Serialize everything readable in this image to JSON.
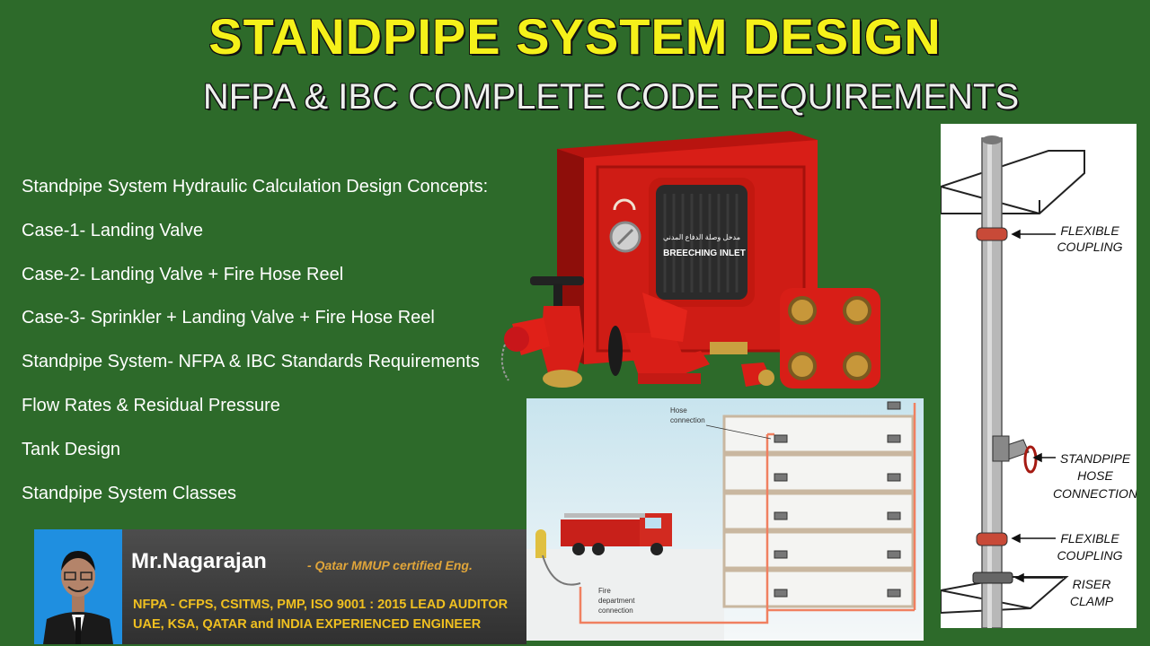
{
  "title": "STANDPIPE SYSTEM DESIGN",
  "subtitle": "NFPA & IBC COMPLETE CODE REQUIREMENTS",
  "topics": [
    "Standpipe System Hydraulic Calculation Design Concepts:",
    "Case-1- Landing Valve",
    "Case-2- Landing Valve + Fire Hose Reel",
    "Case-3- Sprinkler + Landing Valve + Fire Hose Reel",
    "Standpipe System- NFPA & IBC Standards Requirements",
    "Flow Rates & Residual Pressure",
    "Tank Design",
    "Standpipe System Classes"
  ],
  "cabinet": {
    "arabic_label": "مدخل وصلة الدفاع المدني",
    "label": "BREECHING INLET"
  },
  "riser_diagram": {
    "flexible_coupling_top": [
      "FLEXIBLE",
      "COUPLING"
    ],
    "standpipe_hose_connection": [
      "STANDPIPE",
      "HOSE",
      "CONNECTION"
    ],
    "flexible_coupling_bottom": [
      "FLEXIBLE",
      "COUPLING"
    ],
    "riser_clamp": [
      "RISER",
      "CLAMP"
    ]
  },
  "building_diagram": {
    "hose_connection": [
      "Hose",
      "connection"
    ],
    "fire_department_connection": [
      "Fire",
      "department",
      "connection"
    ]
  },
  "presenter": {
    "name": "Mr.Nagarajan",
    "certification": "- Qatar MMUP certified Eng.",
    "credentials": "NFPA - CFPS, CSITMS, PMP, ISO 9001 : 2015 LEAD AUDITOR",
    "experience": "UAE, KSA, QATAR and INDIA EXPERIENCED ENGINEER"
  },
  "colors": {
    "background": "#2d6a2a",
    "title": "#f5f11a",
    "equipment_red": "#d81e17",
    "pipe_orange": "#f08060"
  }
}
